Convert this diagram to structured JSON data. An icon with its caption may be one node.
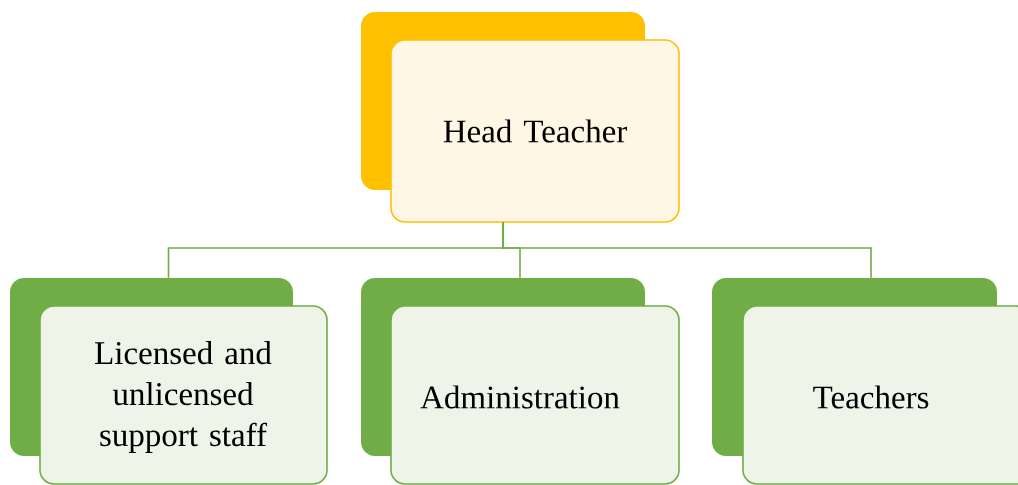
{
  "diagram": {
    "nodes": [
      {
        "text": [
          "Head Teacher"
        ]
      },
      {
        "text": [
          "Licensed and unlicensed support staff"
        ]
      },
      {
        "text": [
          "Administration"
        ]
      },
      {
        "text": [
          "Teachers"
        ]
      }
    ],
    "edges": [
      {
        "from": 0,
        "to": 1,
        "arrow": "none"
      },
      {
        "from": 0,
        "to": 2,
        "arrow": "none"
      },
      {
        "from": 0,
        "to": 3,
        "arrow": "none"
      }
    ]
  }
}
